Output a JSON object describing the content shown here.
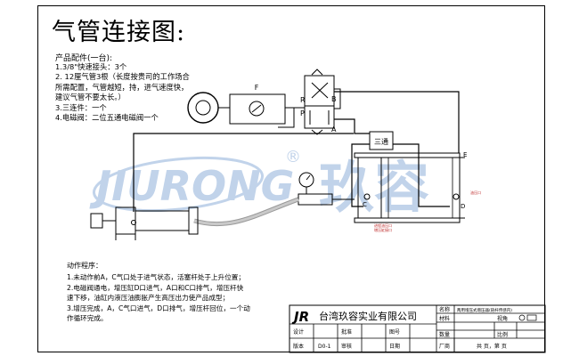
{
  "title": "气管连接图:",
  "parts": {
    "heading": "产品配件(一台):",
    "lines": [
      "1.3/8\"快速接头：3个",
      "2. 12厘气管3根（长度按贵司的工作场合",
      "所需配置，气管越短，持，进气速度快，",
      "建议气管不要太长。）",
      "3.三连件：一个",
      "4.电磁阀：二位五通电磁阀一个"
    ]
  },
  "procedure": {
    "heading": "动作程序：",
    "lines": [
      "1.未动作前A，C气口处于进气状态，活塞杆处于上升位置；",
      "2.电磁阀通电，增压缸D口进气，A口和C口排气，增压杆快",
      "速下移，油缸内液压油膨胀产生高压出力使产品成型；",
      "3.增压完成，A，C气口进气，D口排气，增压杆回位，一个动",
      "作循环完成。"
    ]
  },
  "diagram": {
    "frl_label": "F",
    "valve_ports": {
      "p": "P",
      "r": "R",
      "b": "B",
      "a": "A"
    },
    "triple_unit_label": "三通",
    "port_e": "E",
    "port_c": "C",
    "port_d": "D",
    "watermark_brand": "JIURONG",
    "watermark_registered": "®",
    "watermark_cn": "玖容",
    "small_notes": [
      "油压口",
      "进程油压口",
      "增压缸接口"
    ]
  },
  "title_block": {
    "logo": "JR",
    "company": "台湾玖容实业有限公司",
    "name_label": "名称",
    "name_value": "两用增压式增压器(链杆传感内)",
    "material_label": "材料",
    "view_label": "视角",
    "quantity_label": "数量",
    "scale_label": "比例",
    "design_label": "设计",
    "approve_label": "批准",
    "drawing_no_label": "图号",
    "version_label": "版本",
    "version_value": "D0-1",
    "review_label": "审核",
    "date_label": "日期",
    "factory_label": "厂商",
    "sheet_text": "共 页，第 页"
  },
  "colors": {
    "line": "#000000",
    "watermark": "#8fb0da",
    "hose": "#c9c9c9"
  }
}
